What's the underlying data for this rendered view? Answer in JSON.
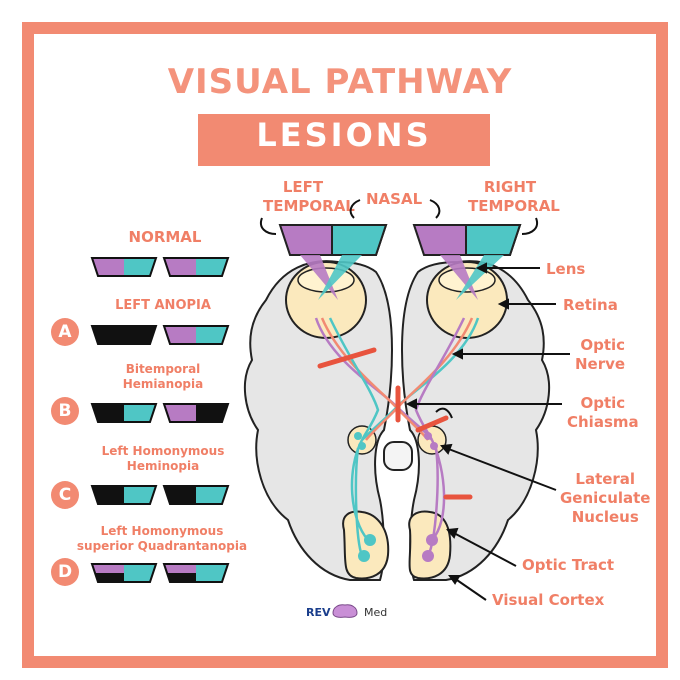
{
  "title": "VISUAL PATHWAY",
  "subtitle": "LESIONS",
  "colors": {
    "accent": "#f28a72",
    "purple": "#b77bc3",
    "teal": "#4fc6c5",
    "cream": "#fbe9bd",
    "brain": "#e6e6e6"
  },
  "top_labels": {
    "left_temporal": [
      "LEFT",
      "TEMPORAL"
    ],
    "nasal": "NASAL",
    "right_temporal": [
      "RIGHT",
      "TEMPORAL"
    ]
  },
  "structure_labels": {
    "lens": "Lens",
    "retina": "Retina",
    "optic_nerve": [
      "Optic",
      "Nerve"
    ],
    "optic_chiasma": [
      "Optic",
      "Chiasma"
    ],
    "lgn": [
      "Lateral",
      "Geniculate",
      "Nucleus"
    ],
    "optic_tract": "Optic Tract",
    "visual_cortex": "Visual Cortex"
  },
  "lesion_markers": [
    "A",
    "B",
    "C",
    "D"
  ],
  "fields": [
    {
      "id": "normal",
      "title": [
        "NORMAL"
      ],
      "letter": "",
      "left": [
        "purple",
        "teal"
      ],
      "right": [
        "purple",
        "teal"
      ]
    },
    {
      "id": "left-anopia",
      "title": [
        "LEFT ANOPIA"
      ],
      "letter": "A",
      "left": [
        "black",
        "black"
      ],
      "right": [
        "purple",
        "teal"
      ]
    },
    {
      "id": "bitemporal",
      "title": [
        "Bitemporal",
        "Hemianopia"
      ],
      "letter": "B",
      "left": [
        "black",
        "teal"
      ],
      "right": [
        "purple",
        "black"
      ]
    },
    {
      "id": "left-homonymous",
      "title": [
        "Left Homonymous",
        "Heminopia"
      ],
      "letter": "C",
      "left": [
        "black",
        "teal"
      ],
      "right": [
        "black",
        "teal"
      ]
    },
    {
      "id": "left-homonymous-quad",
      "title": [
        "Left Homonymous",
        "superior Quadrantanopia"
      ],
      "letter": "D",
      "left": [
        "purple/black",
        "teal"
      ],
      "right": [
        "purple/black",
        "teal"
      ]
    }
  ],
  "logo": {
    "rev": "REV",
    "med": "Med"
  }
}
